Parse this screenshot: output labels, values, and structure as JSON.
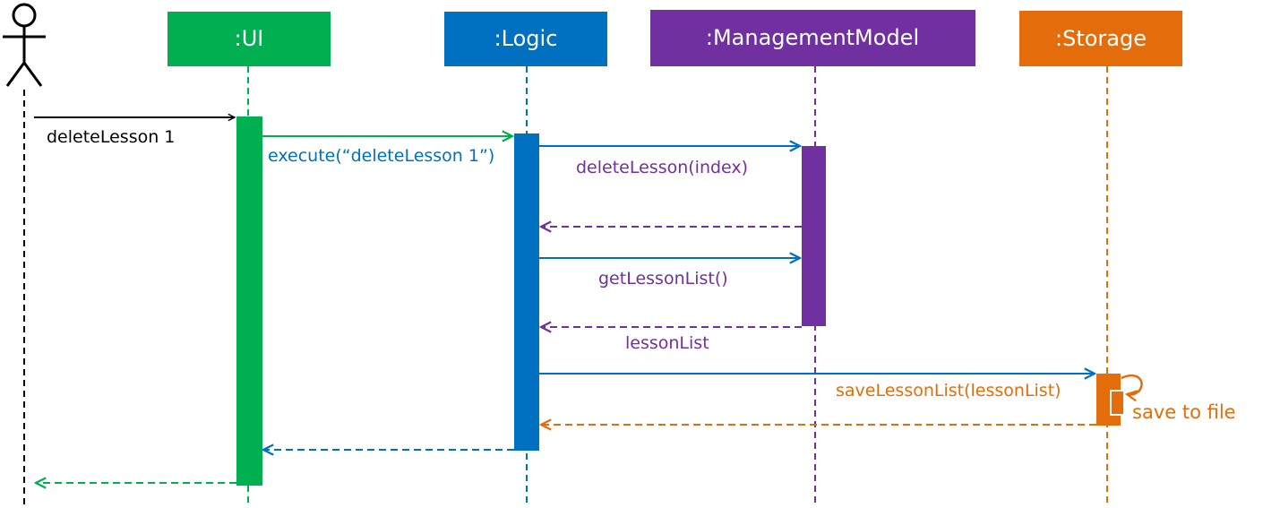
{
  "participants": [
    {
      "id": "ui",
      "label": ":UI",
      "color": "#00b050"
    },
    {
      "id": "logic",
      "label": ":Logic",
      "color": "#0070c0"
    },
    {
      "id": "model",
      "label": ":ManagementModel",
      "color": "#7030a0"
    },
    {
      "id": "storage",
      "label": ":Storage",
      "color": "#e46c0a"
    }
  ],
  "actor": {
    "icon": "stick-figure-icon",
    "color": "#000000"
  },
  "messages": [
    {
      "id": "m1",
      "from": "actor",
      "to": "ui",
      "label": "deleteLesson 1",
      "style": "solid",
      "line_color": "#000000",
      "text_color": "#000000"
    },
    {
      "id": "m2",
      "from": "ui",
      "to": "logic",
      "label": "execute(“deleteLesson 1”)",
      "style": "solid",
      "line_color": "#00b050",
      "text_color": "#0070c0"
    },
    {
      "id": "m3",
      "from": "logic",
      "to": "model",
      "label": "deleteLesson(index)",
      "style": "solid",
      "line_color": "#0070c0",
      "text_color": "#7030a0"
    },
    {
      "id": "m4",
      "from": "model",
      "to": "logic",
      "label": "",
      "style": "dashed",
      "line_color": "#7030a0",
      "text_color": "#7030a0"
    },
    {
      "id": "m5",
      "from": "logic",
      "to": "model",
      "label": "getLessonList()",
      "style": "solid",
      "line_color": "#0070c0",
      "text_color": "#7030a0"
    },
    {
      "id": "m6",
      "from": "model",
      "to": "logic",
      "label": "lessonList",
      "style": "dashed",
      "line_color": "#7030a0",
      "text_color": "#7030a0"
    },
    {
      "id": "m7",
      "from": "logic",
      "to": "storage",
      "label": "saveLessonList(lessonList)",
      "style": "solid",
      "line_color": "#0070c0",
      "text_color": "#e46c0a"
    },
    {
      "id": "m8",
      "from": "storage",
      "to": "storage",
      "label": "save to file",
      "style": "self",
      "line_color": "#e46c0a",
      "text_color": "#e46c0a"
    },
    {
      "id": "m9",
      "from": "storage",
      "to": "logic",
      "label": "",
      "style": "dashed",
      "line_color": "#e46c0a",
      "text_color": "#e46c0a"
    },
    {
      "id": "m10",
      "from": "logic",
      "to": "ui",
      "label": "",
      "style": "dashed",
      "line_color": "#0070c0",
      "text_color": "#0070c0"
    },
    {
      "id": "m11",
      "from": "ui",
      "to": "actor",
      "label": "",
      "style": "dashed",
      "line_color": "#00b050",
      "text_color": "#00b050"
    }
  ]
}
